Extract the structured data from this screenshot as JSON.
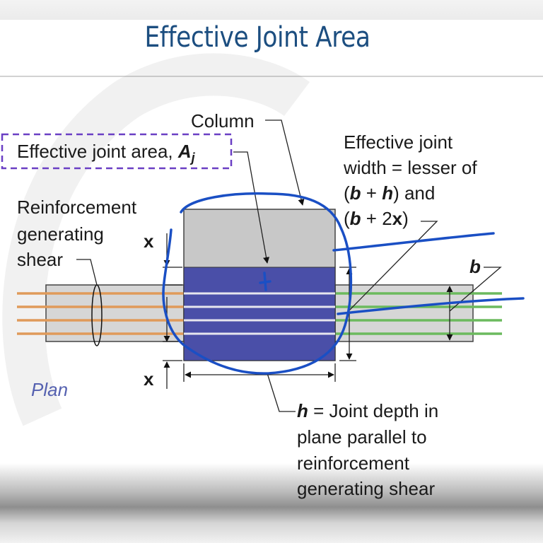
{
  "slide": {
    "title": "Effective Joint Area"
  },
  "labels": {
    "effective_joint_area": "Effective joint area, ",
    "aj_symbol": "A",
    "aj_subscript": "j",
    "column": "Column",
    "reinforcement_line1": "Reinforcement",
    "reinforcement_line2": "generating",
    "reinforcement_line3": "shear",
    "x_top": "x",
    "x_bottom": "x",
    "plan": "Plan",
    "b_label": "b",
    "width_line1": "Effective joint",
    "width_line2": "width = lesser of",
    "width_line3_open": "(",
    "width_line3_b": "b",
    "width_line3_plus": " + ",
    "width_line3_h": "h",
    "width_line3_close": ") and",
    "width_line4_open": "(",
    "width_line4_b": "b",
    "width_line4_plus": " + 2",
    "width_line4_x": "x",
    "width_line4_close": ")",
    "h_symbol": "h",
    "h_line1": " = Joint depth in",
    "h_line2": "plane parallel to",
    "h_line3": "reinforcement",
    "h_line4": "generating shear"
  },
  "colors": {
    "title": "#1c4e80",
    "joint_fill": "#4a4fa8",
    "column_fill": "#c8c8c8",
    "beam_fill": "#d6d6d6",
    "left_bars": "#e09a5a",
    "right_bars": "#6cba5e",
    "annotation_ink": "#1a4fc4",
    "dashed_box": "#6a3fc4"
  }
}
